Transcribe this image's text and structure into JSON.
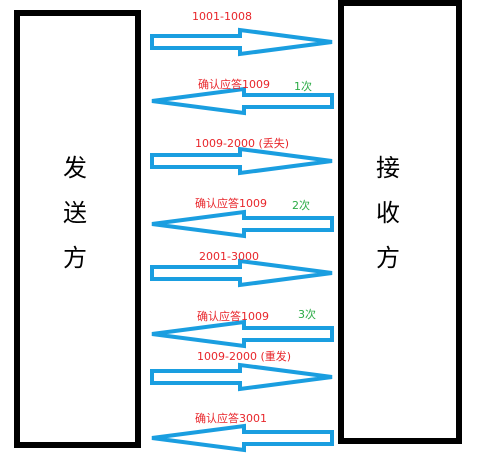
{
  "colors": {
    "arrow_stroke": "#1a9ee0",
    "label_red": "#e8262b",
    "label_green": "#2bab46",
    "box_border": "#000000"
  },
  "sender": {
    "chars": [
      "发",
      "送",
      "方"
    ]
  },
  "receiver": {
    "chars": [
      "接",
      "收",
      "方"
    ]
  },
  "messages": [
    {
      "direction": "right",
      "label": "1001-1008",
      "note": ""
    },
    {
      "direction": "left",
      "label": "确认应答1009",
      "note": "1次"
    },
    {
      "direction": "right",
      "label": "1009-2000 (丢失)",
      "note": ""
    },
    {
      "direction": "left",
      "label": "确认应答1009",
      "note": "2次"
    },
    {
      "direction": "right",
      "label": "2001-3000",
      "note": ""
    },
    {
      "direction": "left",
      "label": "确认应答1009",
      "note": "3次"
    },
    {
      "direction": "right",
      "label": "1009-2000 (重发)",
      "note": ""
    },
    {
      "direction": "left",
      "label": "确认应答3001",
      "note": ""
    }
  ]
}
